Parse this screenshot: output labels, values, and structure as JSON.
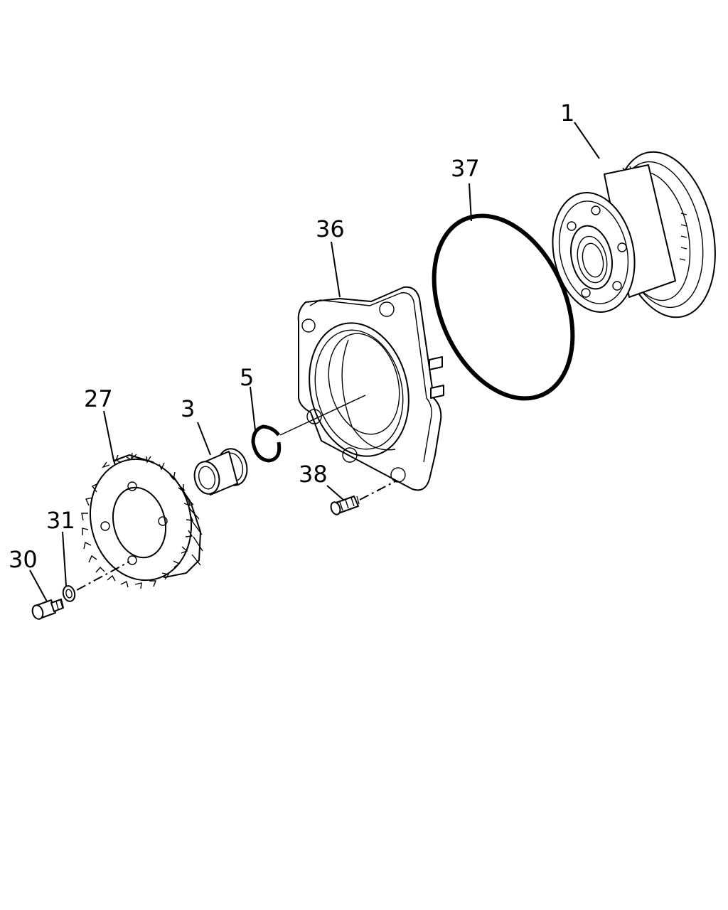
{
  "callouts": {
    "part_1": "1",
    "part_3": "3",
    "part_5": "5",
    "part_27": "27",
    "part_30": "30",
    "part_31": "31",
    "part_36": "36",
    "part_37": "37",
    "part_38": "38"
  },
  "colors": {
    "background": "#ffffff",
    "line": "#000000"
  }
}
